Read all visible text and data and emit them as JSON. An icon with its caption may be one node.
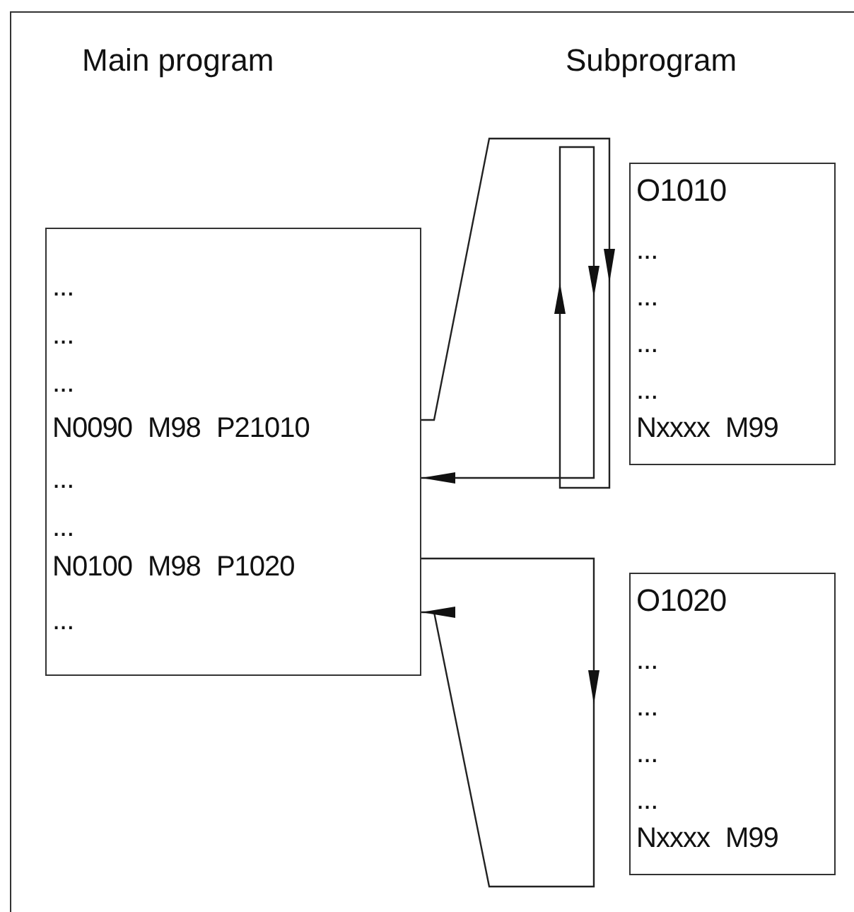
{
  "diagram": {
    "nodes": [
      {
        "text": [
          "...",
          "...",
          "...",
          "N0090 M98 P21010",
          "...",
          "...",
          "N0100 M98 P1020",
          "..."
        ]
      },
      {
        "text": [
          "O1010",
          "...",
          "...",
          "...",
          "...",
          "Nxxxx M99"
        ]
      },
      {
        "text": [
          "O1020",
          "...",
          "...",
          "...",
          "...",
          "Nxxxx M99"
        ]
      }
    ],
    "edges": [
      {
        "from": 0,
        "to": 1,
        "arrow": "to"
      },
      {
        "from": 1,
        "to": 0,
        "arrow": "to"
      },
      {
        "from": 0,
        "to": 2,
        "arrow": "to"
      },
      {
        "from": 2,
        "to": 0,
        "arrow": "to"
      }
    ],
    "labels": [
      "Main program",
      "Subprogram"
    ]
  }
}
